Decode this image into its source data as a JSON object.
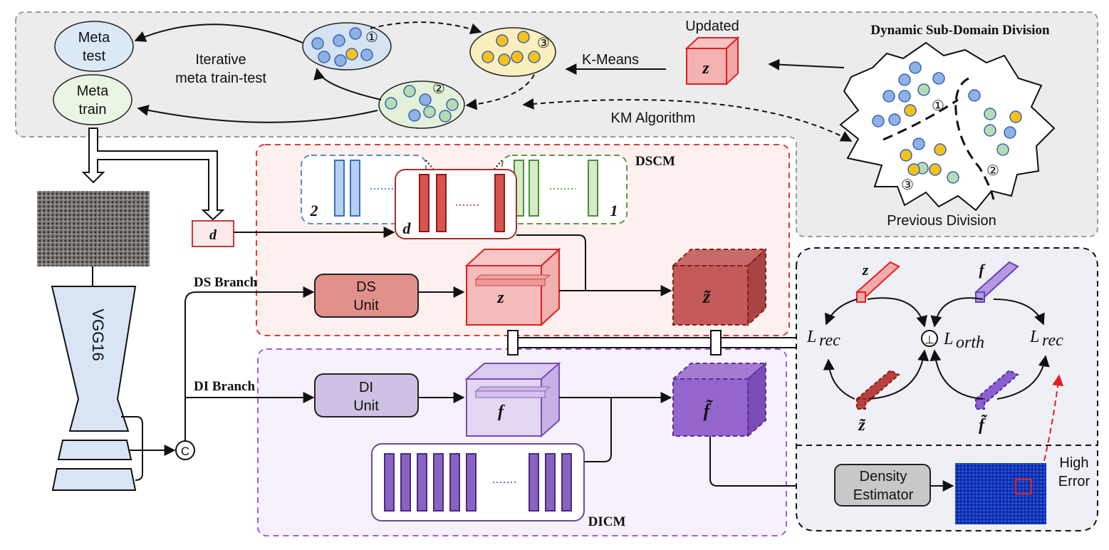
{
  "meta_panel": {
    "meta_test": [
      "Meta",
      "test"
    ],
    "meta_train": [
      "Meta",
      "train"
    ],
    "iterative": [
      "Iterative",
      "meta train-test"
    ],
    "updated": "Updated",
    "z_label": "z",
    "kmeans": "K-Means",
    "km_algorithm": "KM Algorithm",
    "cluster_ids": [
      "①",
      "②",
      "③"
    ]
  },
  "division": {
    "title": "Dynamic Sub-Domain Division",
    "caption": "Previous Division",
    "region_ids": [
      "①",
      "②",
      "③"
    ]
  },
  "dscm": {
    "title": "DSCM",
    "d_box": "d",
    "card_left_index": "2",
    "card_mid_index": "d",
    "card_right_index": "1",
    "branch": "DS Branch",
    "unit": [
      "DS",
      "Unit"
    ],
    "z": "z",
    "z_tilde": "z̃"
  },
  "dicm": {
    "title": "DICM",
    "branch": "DI Branch",
    "unit": [
      "DI",
      "Unit"
    ],
    "f": "f",
    "f_tilde": "f̃"
  },
  "backbone": {
    "name": "VGG16",
    "concat": "C"
  },
  "loss_panel": {
    "z": "z",
    "f": "f",
    "z_tilde": "z̃",
    "f_tilde": "f̃",
    "l_rec": "L",
    "rec_sub": "rec",
    "l_orth": "L",
    "orth_sub": "orth",
    "perp": "⊥"
  },
  "estimator": {
    "label": [
      "Density",
      "Estimator"
    ],
    "high_error": [
      "High",
      "Error"
    ]
  },
  "colors": {
    "blue_dot": "#9ab8e4",
    "yellow_dot": "#f6c21a",
    "green_dot": "#b6dcb3",
    "ds_red": "#d9534f",
    "di_purple": "#8a62c2"
  }
}
